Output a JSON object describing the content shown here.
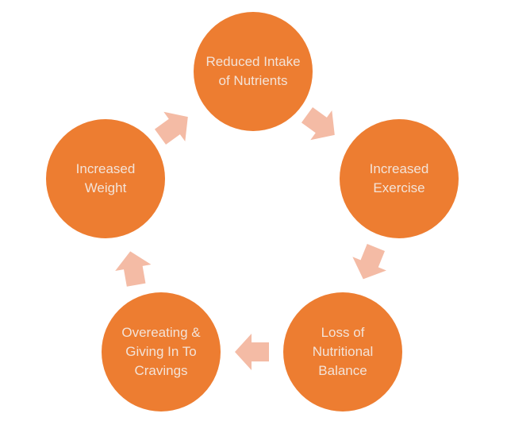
{
  "colors": {
    "node": "#ED7D31",
    "arrow": "#F4BBA5",
    "text": "#F3E3D8"
  },
  "nodes": [
    {
      "label": "Reduced Intake of Nutrients"
    },
    {
      "label": "Increased Exercise"
    },
    {
      "label": "Loss of Nutritional Balance"
    },
    {
      "label": "Overeating & Giving In To Cravings"
    },
    {
      "label": "Increased Weight"
    }
  ]
}
